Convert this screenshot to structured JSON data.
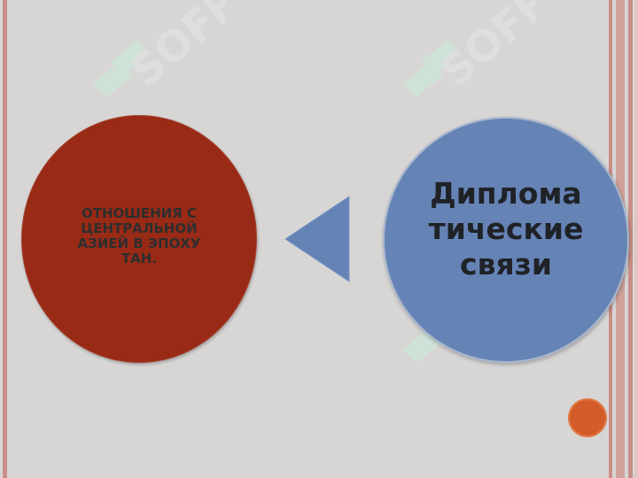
{
  "left_circle": {
    "lines": [
      "ОТНОШЕНИЯ С",
      "ЦЕНТРАЛЬНОЙ",
      "АЗИЕЙ В ЭПОХУ",
      "ТАН."
    ]
  },
  "right_circle": {
    "lines": [
      "Диплома",
      "тические",
      "связи"
    ]
  },
  "watermark": {
    "text": "SOFF"
  },
  "colors": {
    "background": "#d7d6d5",
    "left_circle": "#982a16",
    "right_circle": "#6683b6",
    "arrow": "#6683b6",
    "dot": "#d45c28",
    "watermark": "#c7ecd9"
  },
  "icons": {
    "arrow": "triangle-left-icon",
    "dot": "orange-circle-dot"
  }
}
